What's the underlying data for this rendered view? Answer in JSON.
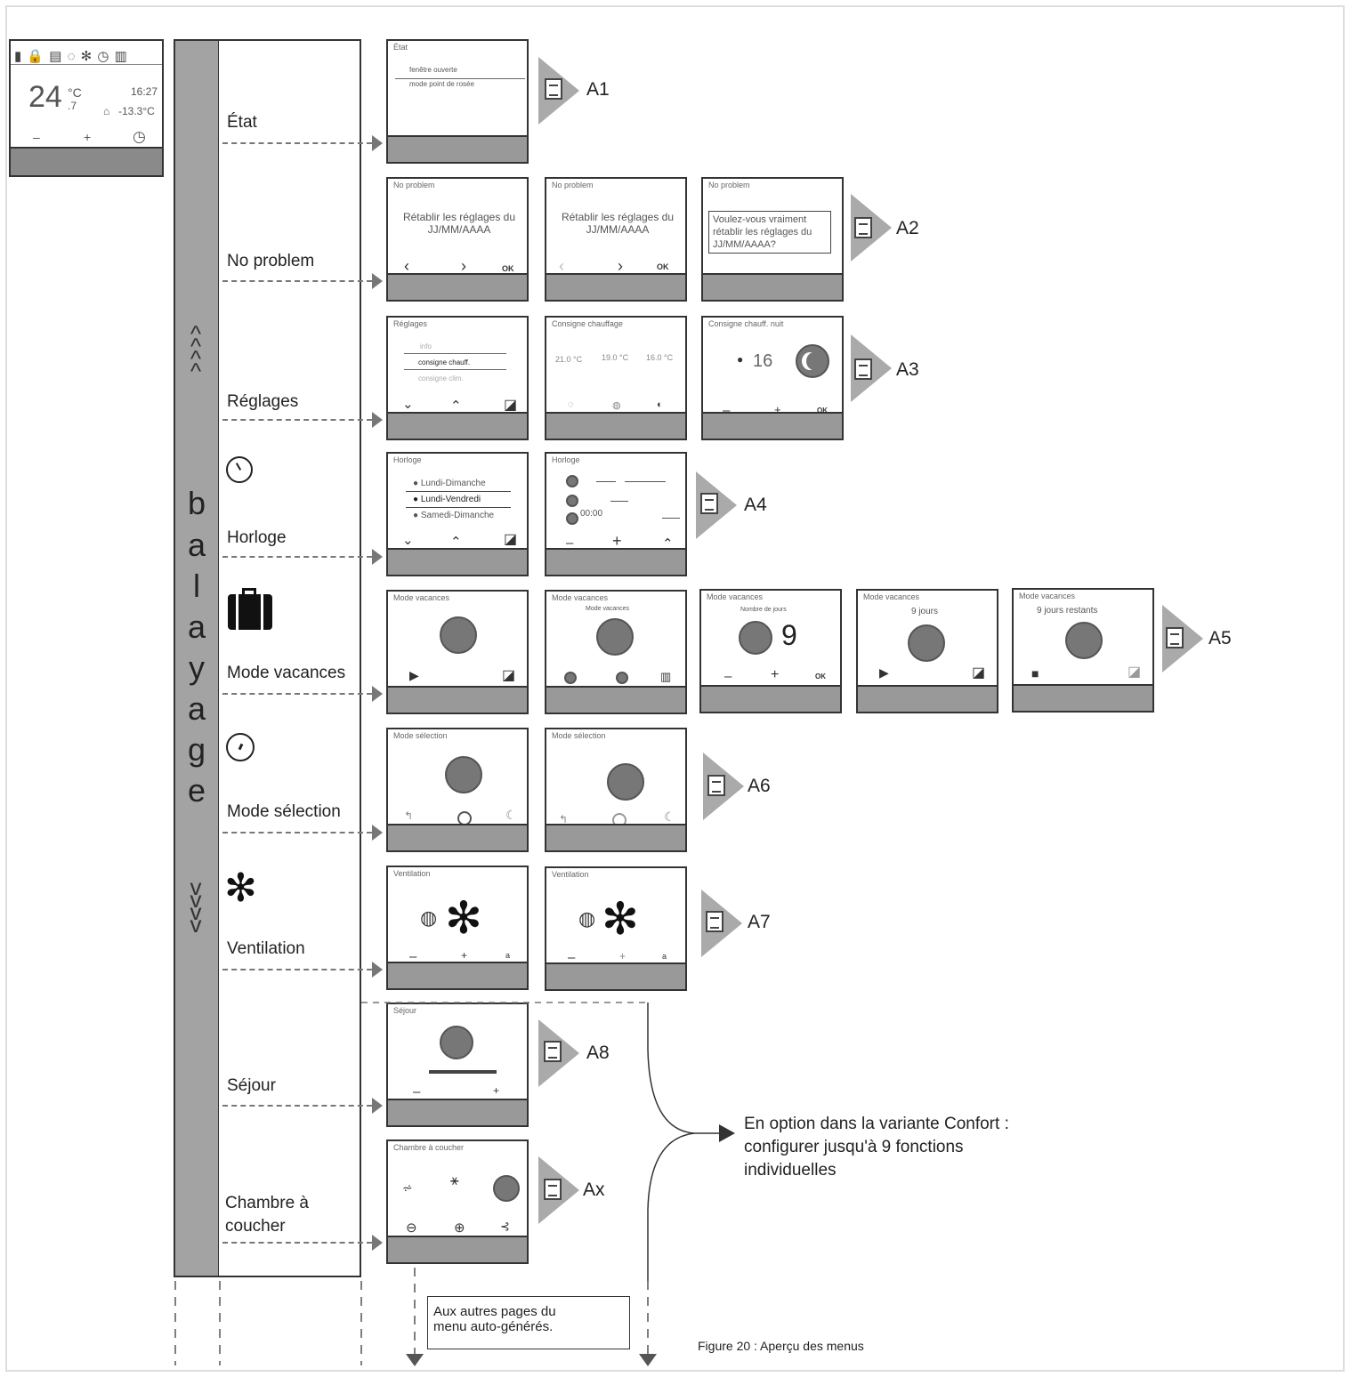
{
  "thermostat": {
    "status_icons": "▮ 🔒 ▤ ◌ ✻ ◷      ▥",
    "temp_int": "24",
    "temp_unit": "°C",
    "temp_dec": ".7",
    "time": "16:27",
    "outside_temp": "-13.3°C",
    "minus": "–",
    "plus": "+"
  },
  "scan_word": [
    "b",
    "a",
    "l",
    "a",
    "y",
    "a",
    "g",
    "e"
  ],
  "chevrons_up": "^",
  "chevrons_down": "v",
  "menu": [
    {
      "label": "État",
      "ref": "A1"
    },
    {
      "label": "No problem",
      "ref": "A2"
    },
    {
      "label": "Réglages",
      "ref": "A3"
    },
    {
      "label": "Horloge",
      "ref": "A4"
    },
    {
      "label": "Mode vacances",
      "ref": "A5"
    },
    {
      "label": "Mode sélection",
      "ref": "A6"
    },
    {
      "label": "Ventilation",
      "ref": "A7"
    },
    {
      "label": "Séjour",
      "ref": "A8"
    },
    {
      "label": "Chambre à",
      "label2": "coucher",
      "ref": "Ax"
    }
  ],
  "screens": {
    "etat": {
      "title": "État",
      "l1": "fenêtre ouverte",
      "l2": "mode point de rosée"
    },
    "np1": {
      "title": "No problem",
      "body": "Rétablir les réglages du JJ/MM/AAAA",
      "ok": "OK"
    },
    "np2": {
      "title": "No problem",
      "body": "Rétablir les réglages du JJ/MM/AAAA",
      "ok": "OK"
    },
    "np3": {
      "title": "No problem",
      "body": "Voulez-vous vraiment rétablir les réglages du JJ/MM/AAAA?"
    },
    "reg1": {
      "title": "Réglages",
      "l1": "info",
      "l2": "consigne chauff.",
      "l3": "consigne clim."
    },
    "reg2": {
      "title": "Consigne chauffage",
      "v1": "21.0 °C",
      "v2": "19.0 °C",
      "v3": "16.0 °C"
    },
    "reg3": {
      "title": "Consigne chauff. nuit",
      "value": "16",
      "ok": "OK"
    },
    "hor1": {
      "title": "Horloge",
      "l1": "Lundi-Dimanche",
      "l2": "Lundi-Vendredi",
      "l3": "Samedi-Dimanche"
    },
    "hor2": {
      "title": "Horloge",
      "time": "00:00"
    },
    "vac1": {
      "title": "Mode vacances"
    },
    "vac2": {
      "title": "Mode vacances",
      "sub": "Mode vacances"
    },
    "vac3": {
      "title": "Mode vacances",
      "sub": "Nombre de jours",
      "num": "9",
      "ok": "OK"
    },
    "vac4": {
      "title": "Mode vacances",
      "sub": "9 jours"
    },
    "vac5": {
      "title": "Mode vacances",
      "sub": "9 jours restants"
    },
    "sel1": {
      "title": "Mode sélection"
    },
    "sel2": {
      "title": "Mode sélection"
    },
    "ven1": {
      "title": "Ventilation",
      "a": "a"
    },
    "ven2": {
      "title": "Ventilation",
      "a": "a"
    },
    "sej": {
      "title": "Séjour"
    },
    "ch": {
      "title": "Chambre à coucher"
    }
  },
  "option_note": {
    "l1": "En option dans la variante Confort :",
    "l2": "configurer jusqu'à 9 fonctions",
    "l3": "individuelles"
  },
  "more_pages": {
    "l1": "Aux autres pages du",
    "l2": "menu auto-générés."
  },
  "caption": "Figure 20 : Aperçu des menus"
}
